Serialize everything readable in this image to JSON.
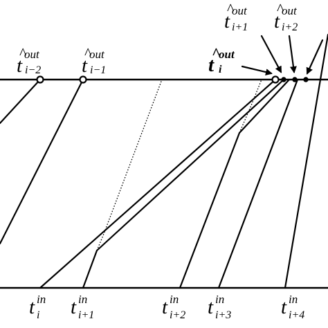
{
  "labels": {
    "out": [
      {
        "base": "t",
        "sup": "out",
        "sub": "i−2",
        "hat": "^",
        "bold": false
      },
      {
        "base": "t",
        "sup": "out",
        "sub": "i−1",
        "hat": "^",
        "bold": false
      },
      {
        "base": "t",
        "sup": "out",
        "sub": "i",
        "hat": "^",
        "bold": true
      },
      {
        "base": "t",
        "sup": "out",
        "sub": "i+1",
        "hat": "^",
        "bold": false
      },
      {
        "base": "t",
        "sup": "out",
        "sub": "i+2",
        "hat": "^",
        "bold": false
      }
    ],
    "in": [
      {
        "base": "t",
        "sup": "in",
        "sub": "i"
      },
      {
        "base": "t",
        "sup": "in",
        "sub": "i+1"
      },
      {
        "base": "t",
        "sup": "in",
        "sub": "i+2"
      },
      {
        "base": "t",
        "sup": "in",
        "sub": "i+3"
      },
      {
        "base": "t",
        "sup": "in",
        "sub": "i+4"
      }
    ]
  }
}
